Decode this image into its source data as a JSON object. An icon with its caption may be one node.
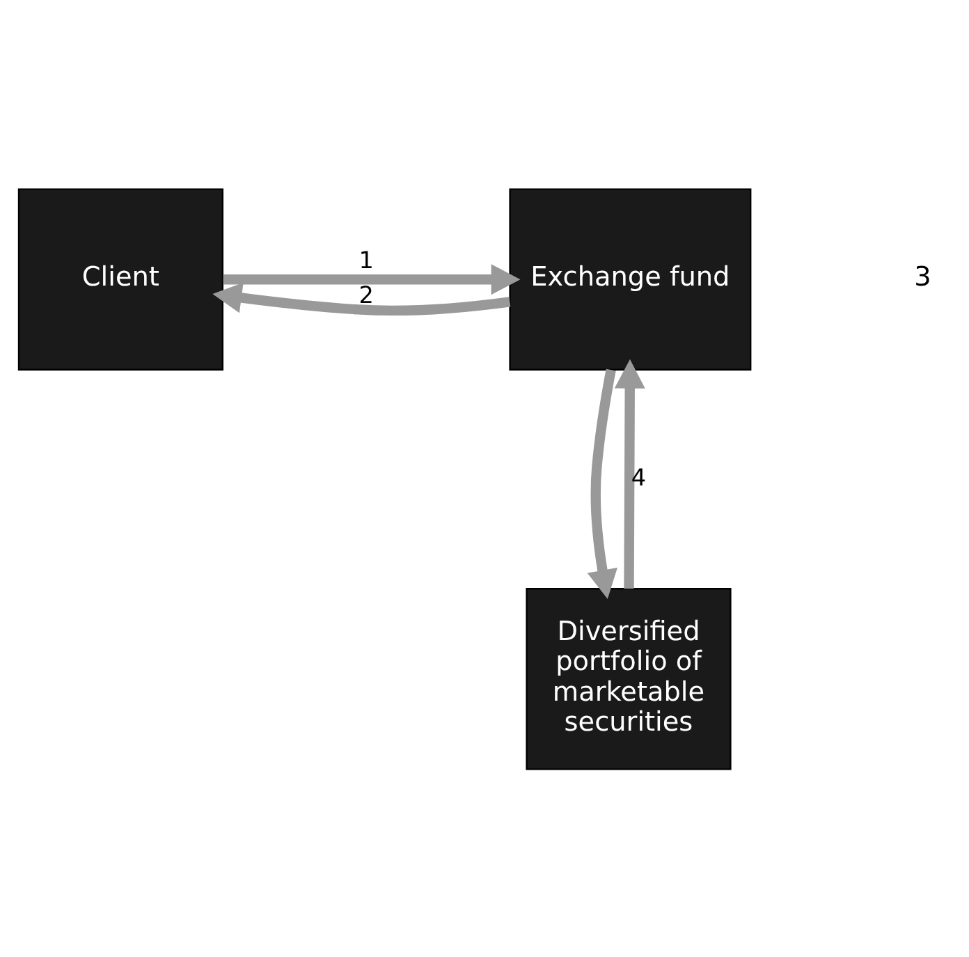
{
  "diagram": {
    "nodes": [
      {
        "text": [
          "Client"
        ]
      },
      {
        "text": [
          "Exchange fund"
        ]
      },
      {
        "text": [
          "Diversified portfolio of marketable securities"
        ]
      }
    ],
    "edges": [
      {
        "from": 0,
        "to": 1,
        "arrow": "to",
        "label": "1"
      },
      {
        "from": 1,
        "to": 0,
        "arrow": "to",
        "label": "2"
      },
      {
        "from": 1,
        "to": 2,
        "arrow": "to"
      },
      {
        "from": 2,
        "to": 1,
        "arrow": "to",
        "label": "4"
      }
    ],
    "labels": [
      "3"
    ]
  }
}
